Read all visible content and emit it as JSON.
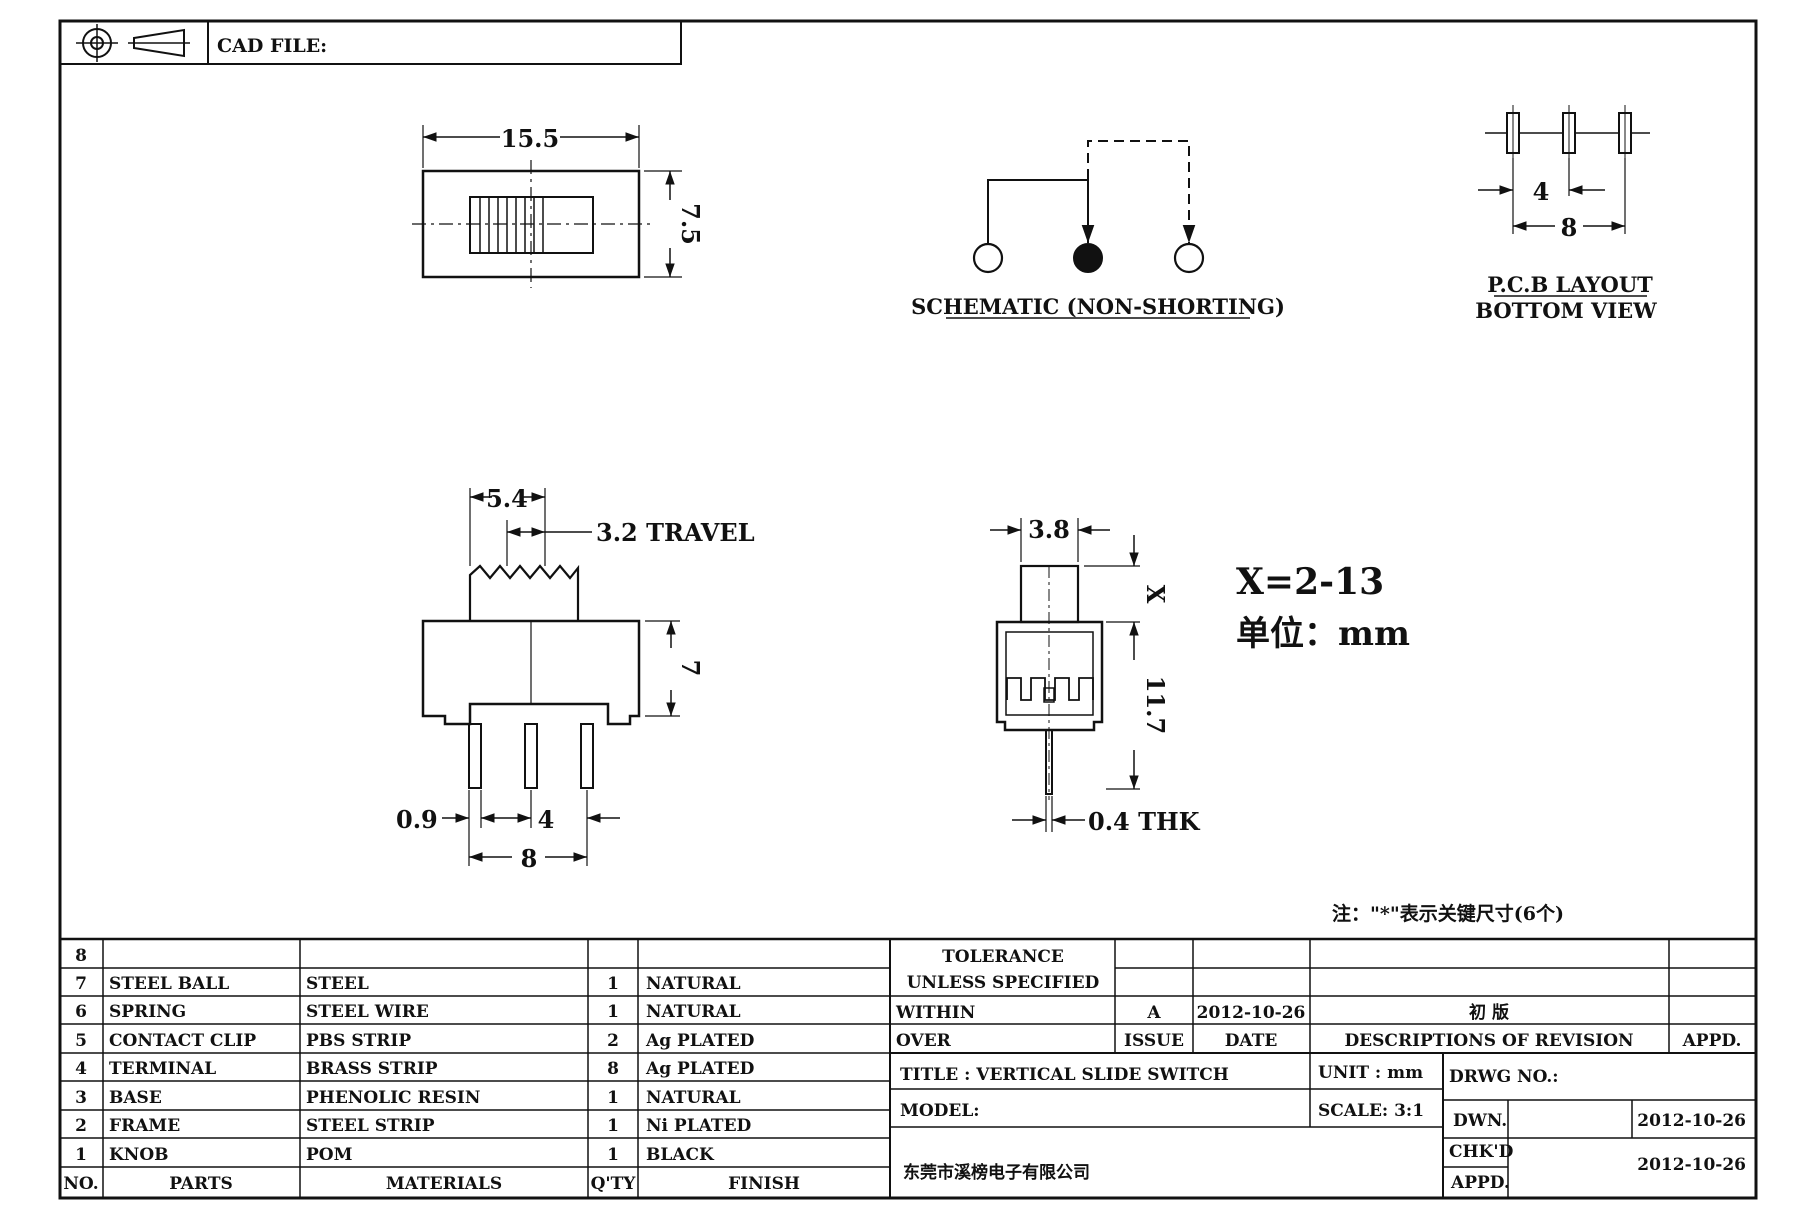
{
  "header": {
    "cad_file_label": "CAD FILE:"
  },
  "dimensions": {
    "top_width": "15.5",
    "top_height": "7.5",
    "knob_width": "5.4",
    "travel": "3.2 TRAVEL",
    "body_height": "7",
    "pin_width": "0.9",
    "pin_pitch": "4",
    "pin_span": "8",
    "side_width": "3.8",
    "side_x": "X",
    "side_height": "11.7",
    "side_thk": "0.4 THK",
    "pcb_pitch": "4",
    "pcb_span": "8"
  },
  "labels": {
    "schematic": "SCHEMATIC (NON-SHORTING)",
    "pcb_line1": "P.C.B LAYOUT",
    "pcb_line2": "BOTTOM VIEW",
    "x_range": "X=2-13",
    "unit_note": "单位：mm",
    "key_note": "注：\"*\"表示关键尺寸(6个)"
  },
  "bom": {
    "rows": [
      {
        "no": "8",
        "part": "",
        "material": "",
        "qty": "",
        "finish": ""
      },
      {
        "no": "7",
        "part": "STEEL BALL",
        "material": "STEEL",
        "qty": "1",
        "finish": "NATURAL"
      },
      {
        "no": "6",
        "part": "SPRING",
        "material": "STEEL WIRE",
        "qty": "1",
        "finish": "NATURAL"
      },
      {
        "no": "5",
        "part": "CONTACT CLIP",
        "material": "PBS STRIP",
        "qty": "2",
        "finish": "Ag PLATED"
      },
      {
        "no": "4",
        "part": "TERMINAL",
        "material": "BRASS STRIP",
        "qty": "8",
        "finish": "Ag PLATED"
      },
      {
        "no": "3",
        "part": "BASE",
        "material": "PHENOLIC RESIN",
        "qty": "1",
        "finish": "NATURAL"
      },
      {
        "no": "2",
        "part": "FRAME",
        "material": "STEEL STRIP",
        "qty": "1",
        "finish": "Ni PLATED"
      },
      {
        "no": "1",
        "part": "KNOB",
        "material": "POM",
        "qty": "1",
        "finish": "BLACK"
      }
    ],
    "header": {
      "no": "NO.",
      "part": "PARTS",
      "material": "MATERIALS",
      "qty": "Q'TY",
      "finish": "FINISH"
    }
  },
  "title_block": {
    "tolerance_1": "TOLERANCE",
    "tolerance_2": "UNLESS  SPECIFIED",
    "within": "WITHIN",
    "over": "OVER",
    "issue_value": "A",
    "issue_date": "2012-10-26",
    "revision_desc": "初  版",
    "issue_label": "ISSUE",
    "date_label": "DATE",
    "desc_label": "DESCRIPTIONS OF REVISION",
    "appd_label": "APPD.",
    "title": "TITLE :  VERTICAL SLIDE SWITCH",
    "model": "MODEL:",
    "unit": "UNIT :  mm",
    "scale": "SCALE:  3:1",
    "drwg_no": "DRWG NO.:",
    "dwn": "DWN.",
    "dwn_date": "2012-10-26",
    "chkd": "CHK'D",
    "chkd_date": "2012-10-26",
    "appd": "APPD.",
    "company": "东莞市溪榜电子有限公司"
  }
}
